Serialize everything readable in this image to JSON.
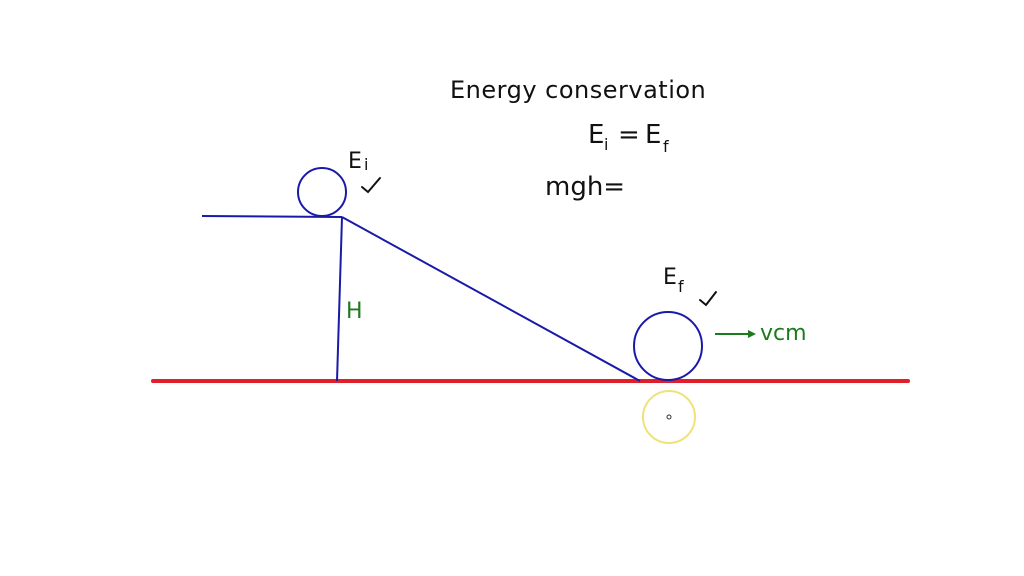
{
  "board": {
    "title": "Energy conservation",
    "equation_lhs": "E",
    "equation_lhs_sub": "i",
    "equation_eq": "=",
    "equation_rhs": "E",
    "equation_rhs_sub": "f",
    "partial_equation": "mgh=",
    "initial_label": "E",
    "initial_label_sub": "i",
    "final_label": "E",
    "final_label_sub": "f",
    "height_label": "H",
    "velocity_label": "vcm"
  },
  "colors": {
    "ink": "#111111",
    "blue_lines": "#1a1aa8",
    "ground": "#e01f2b",
    "green": "#1e7a1e",
    "cursor": "#f0e27a"
  }
}
